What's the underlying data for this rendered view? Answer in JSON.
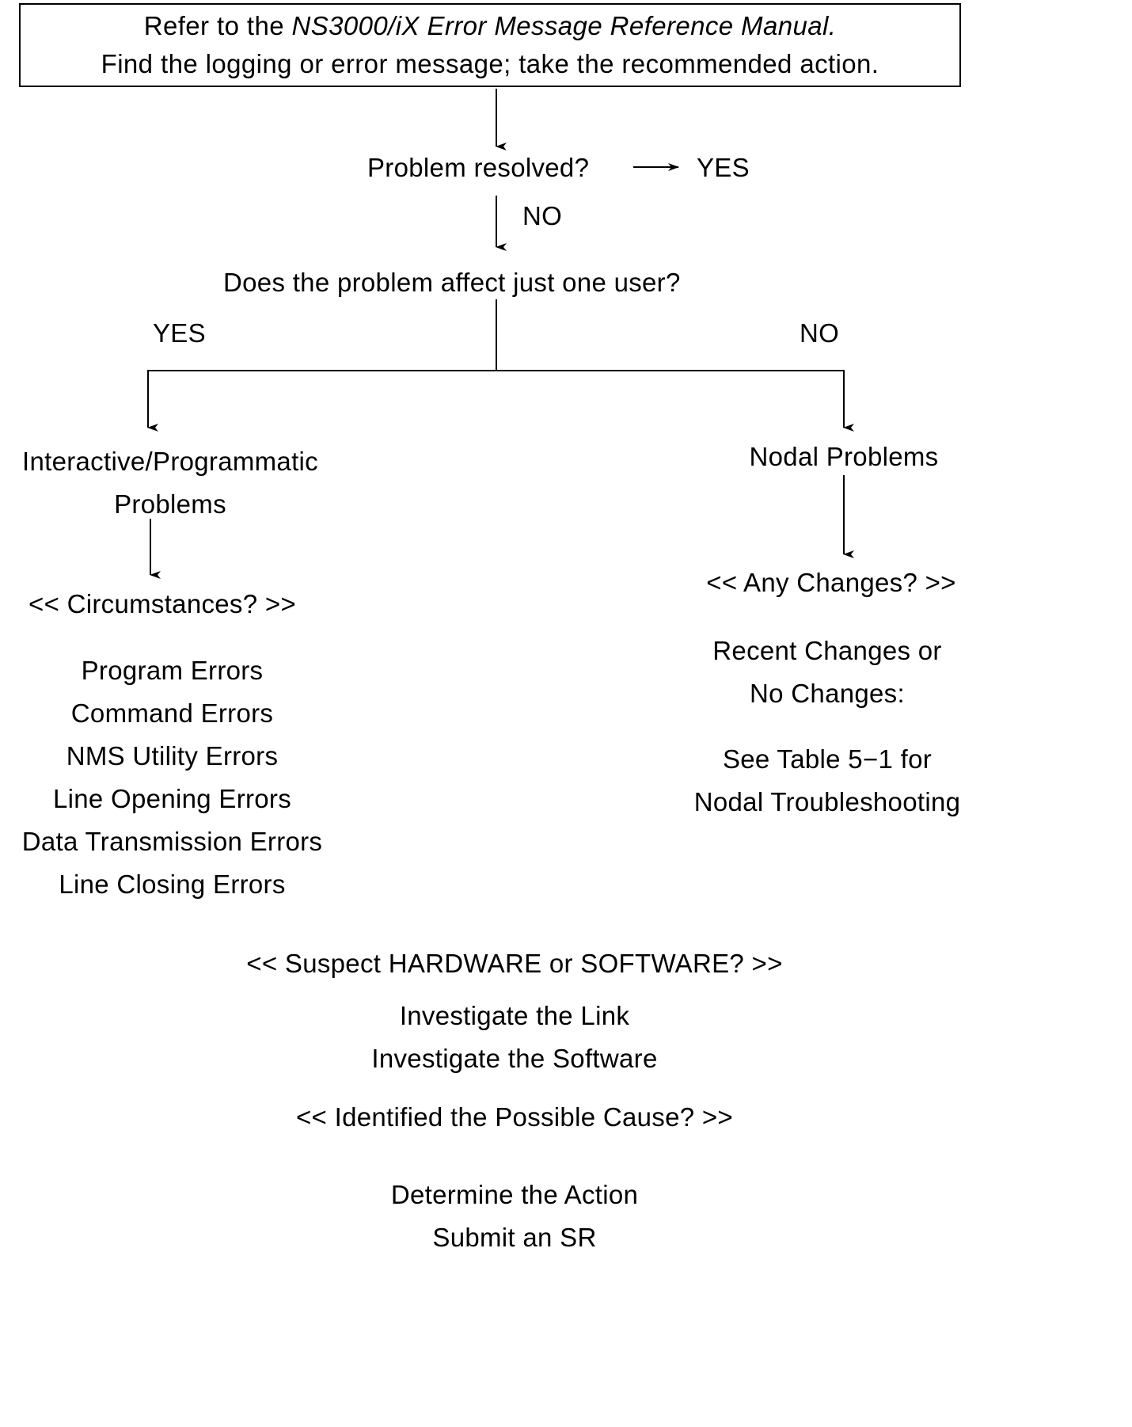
{
  "diagram": {
    "title_box": {
      "line1_prefix": "Refer to the ",
      "line1_italic": "NS3000/iX Error Message Reference Manual.",
      "line2": "Find the logging or error message; take the recommended action."
    },
    "decision1": {
      "question": "Problem resolved?",
      "yes_label": "YES",
      "no_label": "NO"
    },
    "decision2": {
      "question": "Does the problem affect just one user?",
      "yes_label": "YES",
      "no_label": "NO"
    },
    "left_branch": {
      "heading_line1": "Interactive/Programmatic",
      "heading_line2": "Problems",
      "gate": "<< Circumstances? >>",
      "errors": [
        "Program Errors",
        "Command Errors",
        "NMS Utility Errors",
        "Line Opening Errors",
        "Data Transmission Errors",
        "Line Closing Errors"
      ]
    },
    "right_branch": {
      "heading": "Nodal Problems",
      "gate": "<< Any Changes? >>",
      "changes_line1": "Recent Changes or",
      "changes_line2": "No Changes:",
      "table_ref_line1": "See Table 5−1 for",
      "table_ref_line2": "Nodal Troubleshooting"
    },
    "footer": {
      "gate_hw_sw": "<< Suspect HARDWARE or SOFTWARE? >>",
      "action1": "Investigate the Link",
      "action2": "Investigate the Software",
      "gate_cause": "<< Identified the Possible Cause? >>",
      "action3": "Determine the Action",
      "action4": "Submit an SR"
    },
    "colors": {
      "stroke": "#000000",
      "background": "#ffffff"
    }
  }
}
